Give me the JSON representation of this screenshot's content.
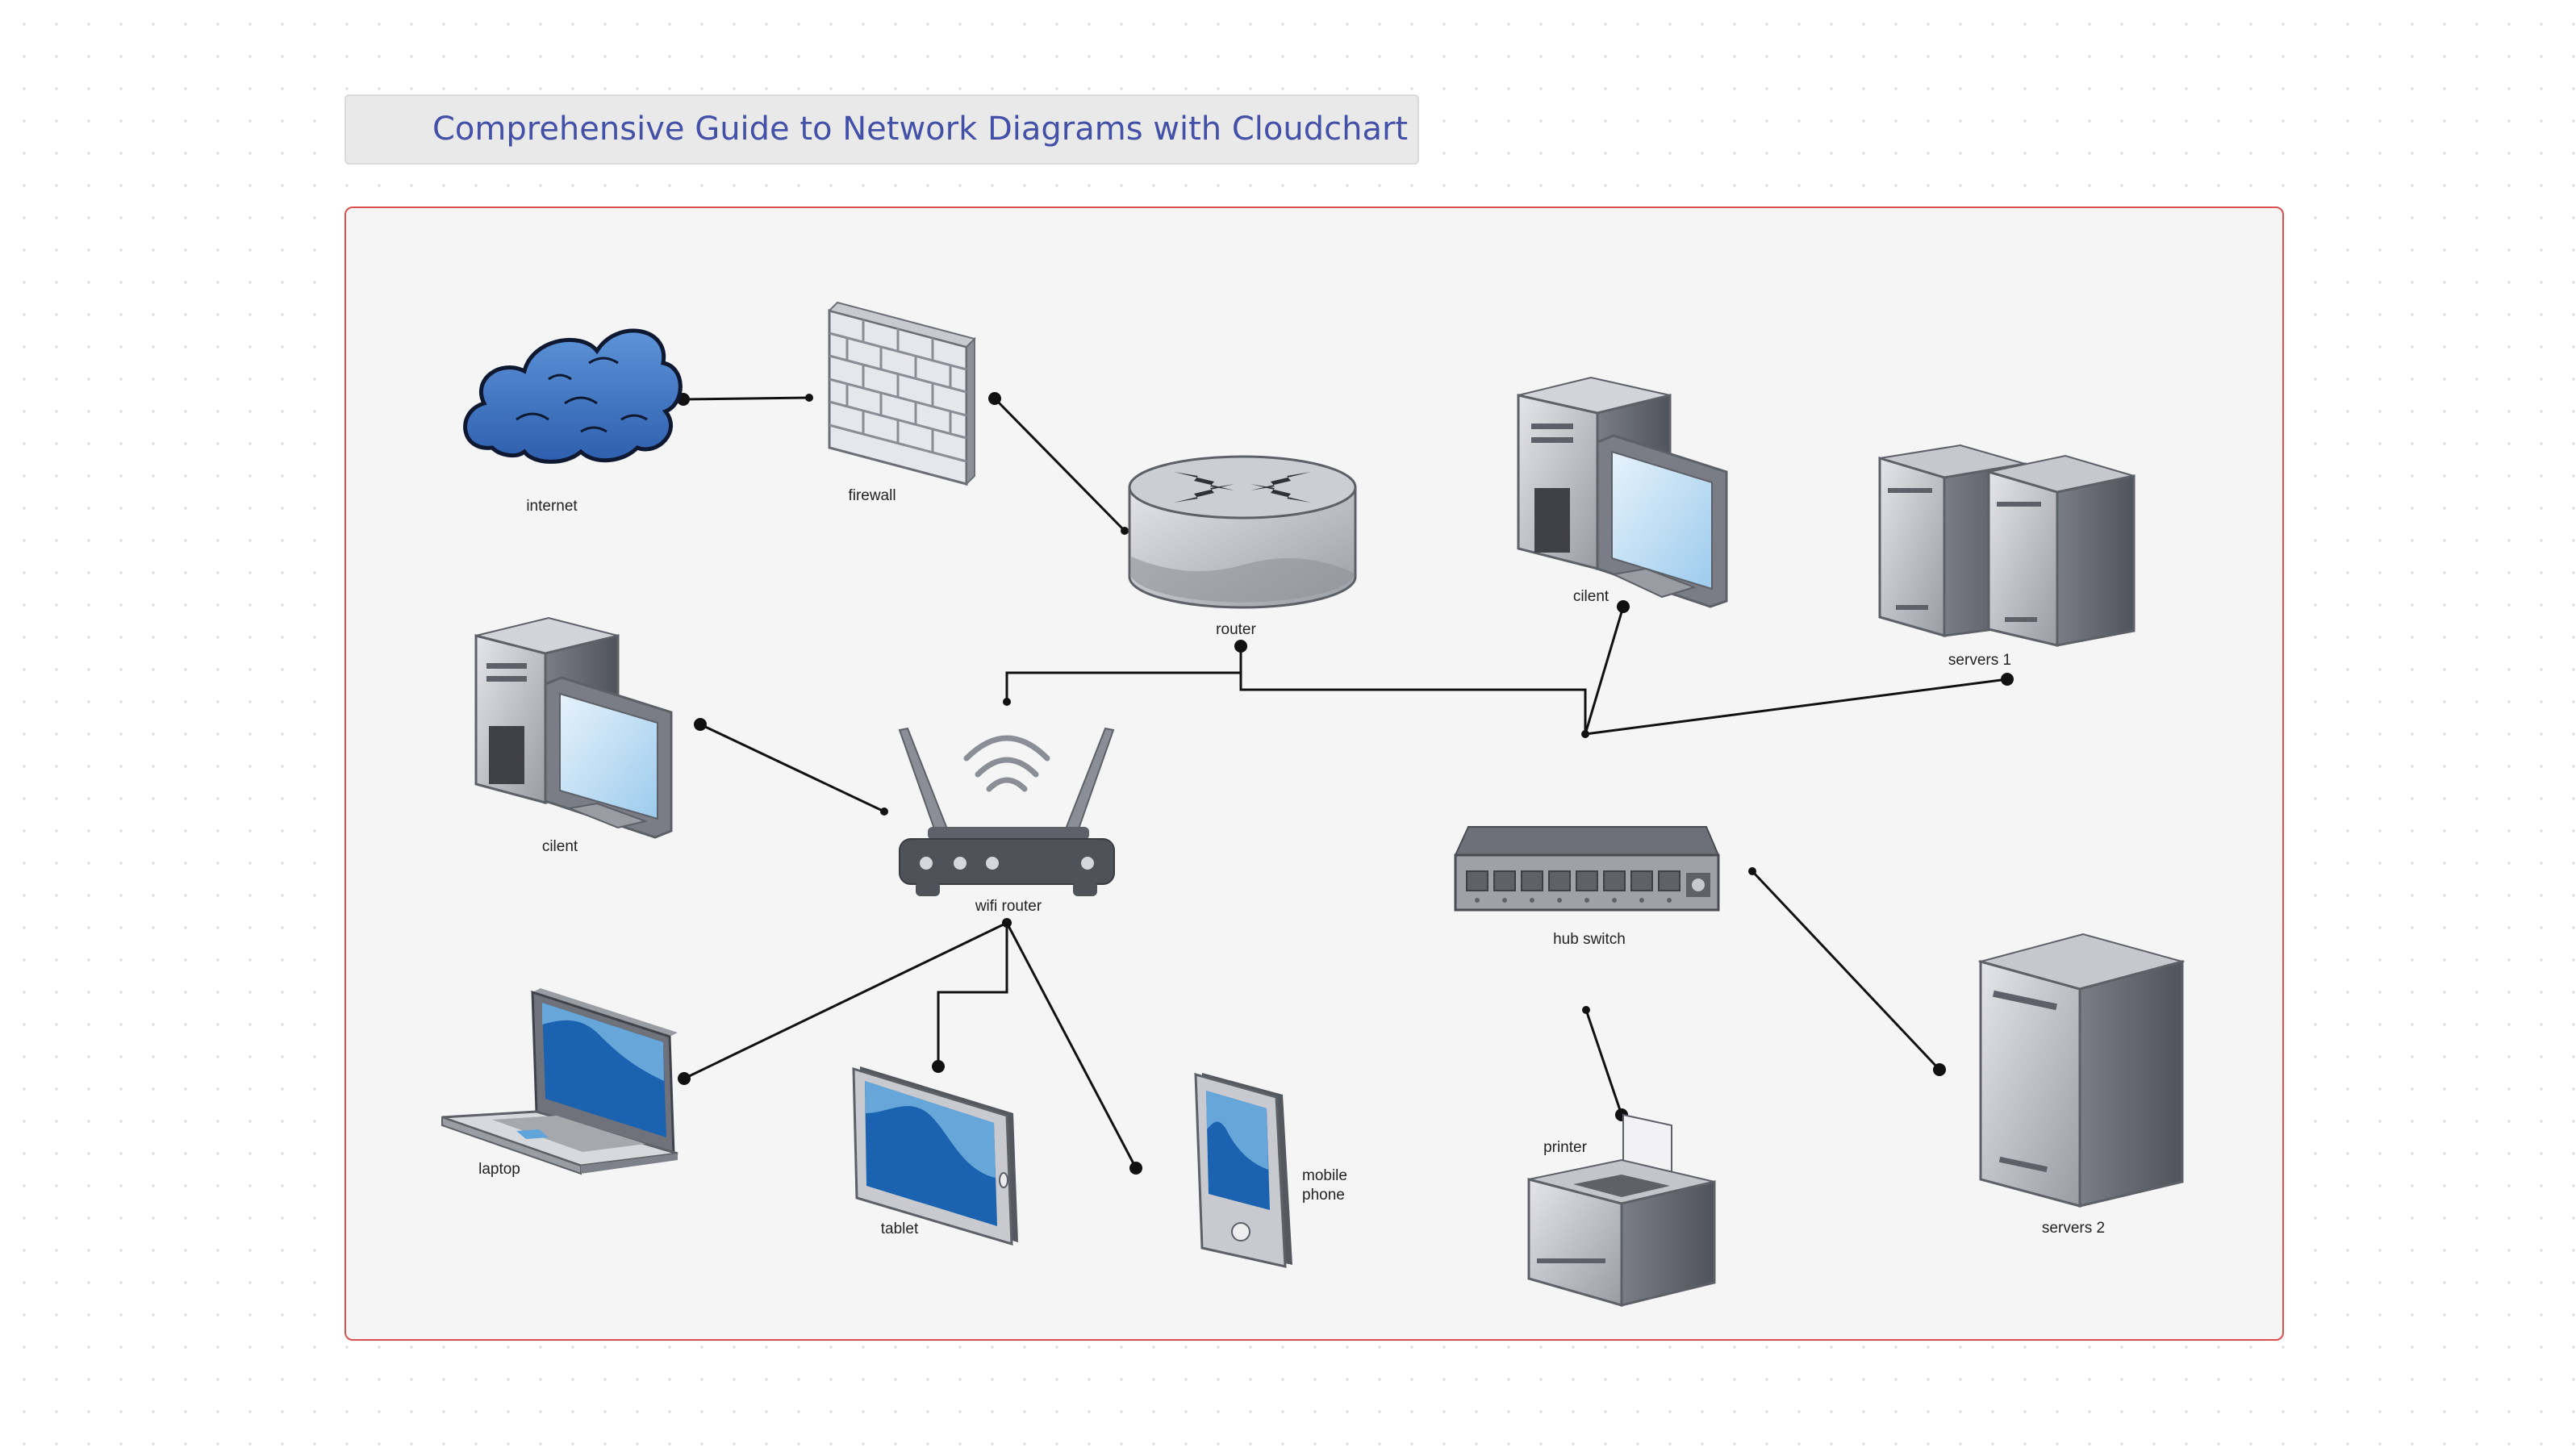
{
  "title": "Comprehensive Guide to Network Diagrams with Cloudchart",
  "colors": {
    "title_text": "#4350a8",
    "frame_border": "#d9504f",
    "frame_fill": "#f6f5f6",
    "connector": "#111111",
    "cloud": "#3a6fbf",
    "screen": "#1b63b0"
  },
  "nodes": {
    "internet": "internet",
    "firewall": "firewall",
    "router": "router",
    "client_top": "cilent",
    "servers_1": "servers 1",
    "client_left": "cilent",
    "wifi_router": "wifi router",
    "hub_switch": "hub switch",
    "laptop": "laptop",
    "tablet": "tablet",
    "mobile_phone_line1": "mobile",
    "mobile_phone_line2": "phone",
    "printer": "printer",
    "servers_2": "servers 2"
  },
  "icons": {
    "internet": "cloud-icon",
    "firewall": "brick-wall-icon",
    "router": "router-icon",
    "client": "desktop-computer-icon",
    "servers": "server-tower-icon",
    "wifi_router": "wifi-router-icon",
    "hub_switch": "network-switch-icon",
    "laptop": "laptop-icon",
    "tablet": "tablet-icon",
    "mobile_phone": "mobile-phone-icon",
    "printer": "printer-icon"
  }
}
